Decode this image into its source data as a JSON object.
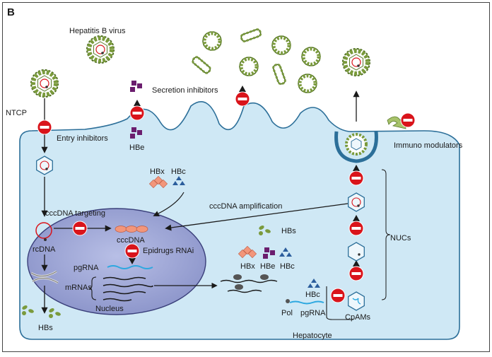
{
  "panel_letter": "B",
  "labels": {
    "hepatitis_b_virus": "Hepatitis B virus",
    "ntcp": "NTCP",
    "entry_inhibitors": "Entry inhibitors",
    "secretion_inhibitors": "Secretion inhibitors",
    "hbe_secreted": "HBe",
    "immuno_modulators": "Immuno modulators",
    "hbx_top": "HBx",
    "hbc_top": "HBc",
    "cccdna_targeting": "cccDNA targeting",
    "cccdna": "cccDNA",
    "cccdna_amplification": "cccDNA amplification",
    "rcdna": "rcDNA",
    "epidrugs_rnai": "Epidrugs RNAi",
    "pgrna_nucleus": "pgRNA",
    "mrnas": "mRNAs",
    "nucleus": "Nucleus",
    "hbs_bottom": "HBs",
    "hbs_mid": "HBs",
    "hbx_mid": "HBx",
    "hbe_mid": "HBe",
    "hbc_mid": "HBc",
    "hbc_right": "HBc",
    "pol": "Pol",
    "pgrna_cyto": "pgRNA",
    "cpams": "CpAMs",
    "nucs": "NUCs",
    "hepatocyte": "Hepatocyte"
  },
  "colors": {
    "cell_fill": "#cfe8f5",
    "cell_stroke": "#2c6f99",
    "nucleus_fill": "#9ea7d6",
    "virus_green": "#7a9a3c",
    "inhibitor_red": "#d9141b",
    "hbe_purple": "#6b1e6e",
    "hbx_salmon": "#f2967b",
    "hbc_blue": "#2b5d9c",
    "rna_blue": "#2da8e0"
  },
  "icons": [
    "inhibitor-sign-icon",
    "virus-particle-icon",
    "capsid-icon",
    "recycle-arrow-icon"
  ]
}
